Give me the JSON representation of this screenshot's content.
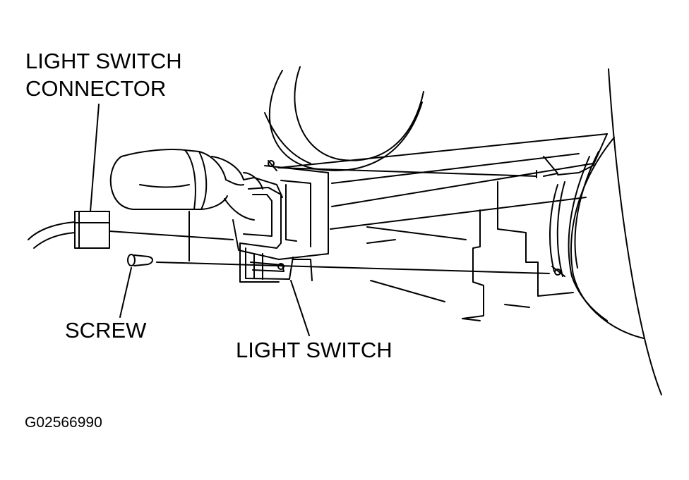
{
  "labels": {
    "connector_line1": "LIGHT SWITCH",
    "connector_line2": "CONNECTOR",
    "screw": "SCREW",
    "light_switch": "LIGHT SWITCH"
  },
  "figure_id": "G02566990",
  "colors": {
    "line": "#000000",
    "background": "#ffffff"
  }
}
